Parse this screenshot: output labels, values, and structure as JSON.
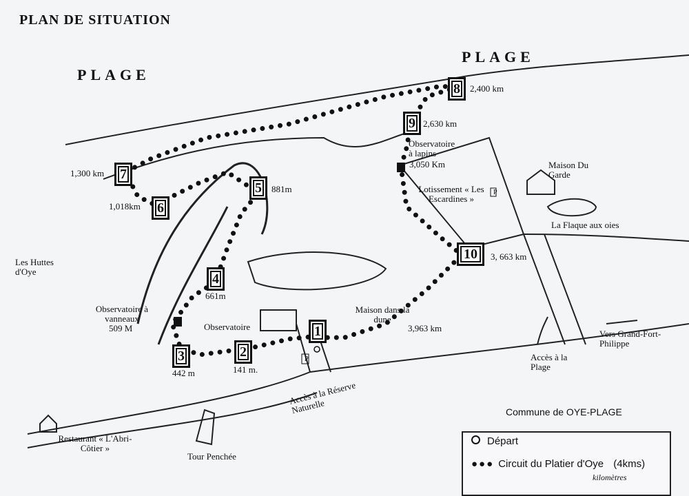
{
  "title": "PLAN DE SITUATION",
  "beach_labels": [
    "PLAGE",
    "PLAGE"
  ],
  "stations": [
    {
      "num": "1",
      "distance": ""
    },
    {
      "num": "2",
      "distance": "141 m."
    },
    {
      "num": "3",
      "distance": "442 m"
    },
    {
      "num": "4",
      "distance": "661m"
    },
    {
      "num": "5",
      "distance": "881m"
    },
    {
      "num": "6",
      "distance": "1,018km"
    },
    {
      "num": "7",
      "distance": "1,300 km"
    },
    {
      "num": "8",
      "distance": "2,400 km"
    },
    {
      "num": "9",
      "distance": "2,630 km"
    },
    {
      "num": "10",
      "distance": "3, 663 km"
    }
  ],
  "places": {
    "huttes": "Les Huttes d'Oye",
    "obs_vanneaux": "Observatoire à vanneaux",
    "obs_vanneaux_dist": "509 M",
    "observatoire": "Observatoire",
    "obs_lapins": "Observatoire à lapins",
    "obs_lapins_dist": "3,050 Km",
    "lotissement": "Lotissement « Les Escardines »",
    "maison_garde": "Maison Du Garde",
    "flaque": "La Flaque aux oies",
    "maison_dune": "Maison dans la dune",
    "maison_dune_dist": "3,963 km",
    "acces_plage": "Accès à la Plage",
    "vers": "Vers Grand-Fort-Philippe",
    "acces_reserve": "Accès à la Réserve Naturelle",
    "restaurant": "Restaurant « L'Abri-Côtier »",
    "tour": "Tour Penchée",
    "commune": "Commune de OYE-PLAGE",
    "parking": "P"
  },
  "legend": {
    "depart": "Départ",
    "circuit": "Circuit du Platier d'Oye",
    "circuit_length": "(4kms)",
    "handwritten": "kilomètres"
  }
}
